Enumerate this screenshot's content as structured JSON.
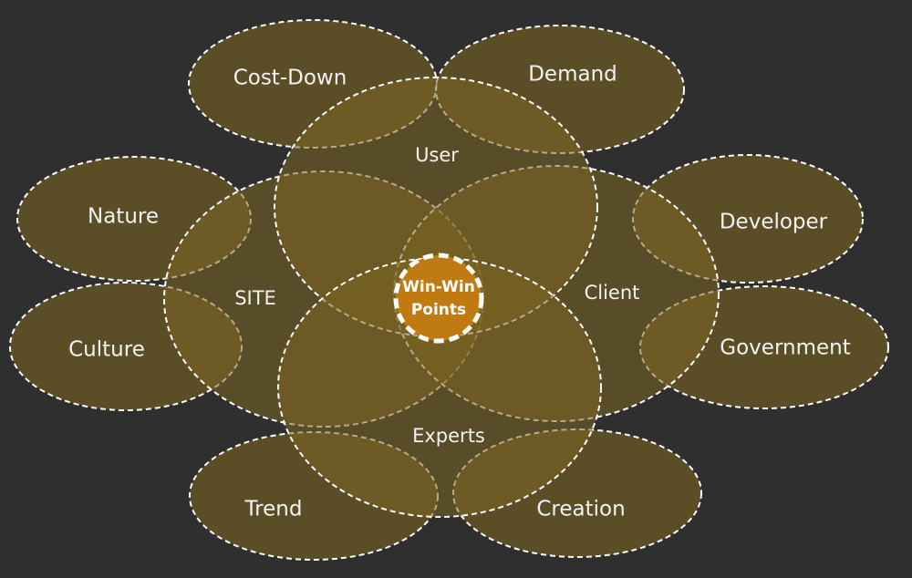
{
  "diagram": {
    "center": {
      "line1": "Win-Win",
      "line2": "Points"
    },
    "hubs": {
      "user": "User",
      "site": "SITE",
      "client": "Client",
      "experts": "Experts"
    },
    "satellites": {
      "cost_down": "Cost-Down",
      "demand": "Demand",
      "nature": "Nature",
      "developer": "Developer",
      "culture": "Culture",
      "government": "Government",
      "trend": "Trend",
      "creation": "Creation"
    },
    "colors": {
      "background": "#2f2f2f",
      "ellipse_fill": "#7b6422",
      "center_fill": "#c07a12",
      "stroke": "#ffffff"
    }
  }
}
